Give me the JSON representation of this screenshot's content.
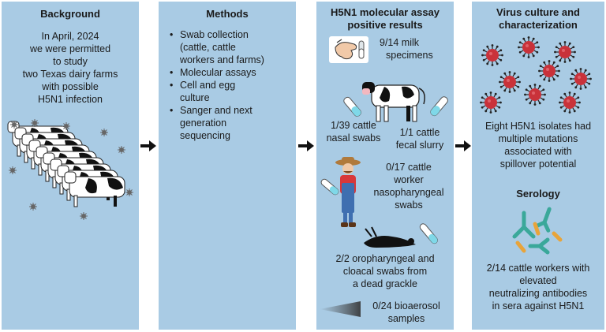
{
  "background": {
    "title": "Background",
    "lines": [
      "In April, 2024",
      "we were permitted",
      "to study",
      "two Texas dairy farms",
      "with possible",
      "H5N1 infection"
    ]
  },
  "methods": {
    "title": "Methods",
    "items": [
      [
        "Swab collection",
        "(cattle, cattle",
        "workers and farms)"
      ],
      [
        "Molecular assays"
      ],
      [
        "Cell and egg",
        "culture"
      ],
      [
        "Sanger and next",
        "generation",
        "sequencing"
      ]
    ]
  },
  "results": {
    "title_lines": [
      "H5N1 molecular assay",
      "positive results"
    ],
    "milk": [
      "9/14 milk",
      "specimens"
    ],
    "nasal": [
      "1/39 cattle",
      "nasal swabs"
    ],
    "fecal": [
      "1/1 cattle",
      "fecal slurry"
    ],
    "worker": [
      "0/17 cattle",
      "worker",
      "nasopharyngeal",
      "swabs"
    ],
    "grackle": [
      "2/2 oropharyngeal and",
      "cloacal swabs from",
      "a dead grackle"
    ],
    "bioaerosol": [
      "0/24 bioaerosol",
      "samples"
    ]
  },
  "virus": {
    "title_lines": [
      "Virus culture and",
      "characterization"
    ],
    "isolates": [
      "Eight H5N1 isolates had",
      "multiple mutations",
      "associated with",
      "spillover potential"
    ],
    "serology_title": "Serology",
    "serology": [
      "2/14 cattle workers with",
      "elevated",
      "neutralizing antibodies",
      "in sera against H5N1"
    ]
  },
  "colors": {
    "panel": "#a9cbe4",
    "virus": "#c9323a",
    "antibody_teal": "#3aa89a",
    "antibody_orange": "#e8a43a",
    "arrow": "#111111"
  },
  "icons": {
    "cattle": "cow-herd-icon",
    "hand": "milking-hand-icon",
    "cow": "cow-icon",
    "tube": "test-tube-icon",
    "farmer": "farm-worker-icon",
    "bird": "dead-bird-icon",
    "aerosol": "bioaerosol-icon",
    "virus": "virus-particle-icon",
    "antibody": "antibody-icon"
  }
}
